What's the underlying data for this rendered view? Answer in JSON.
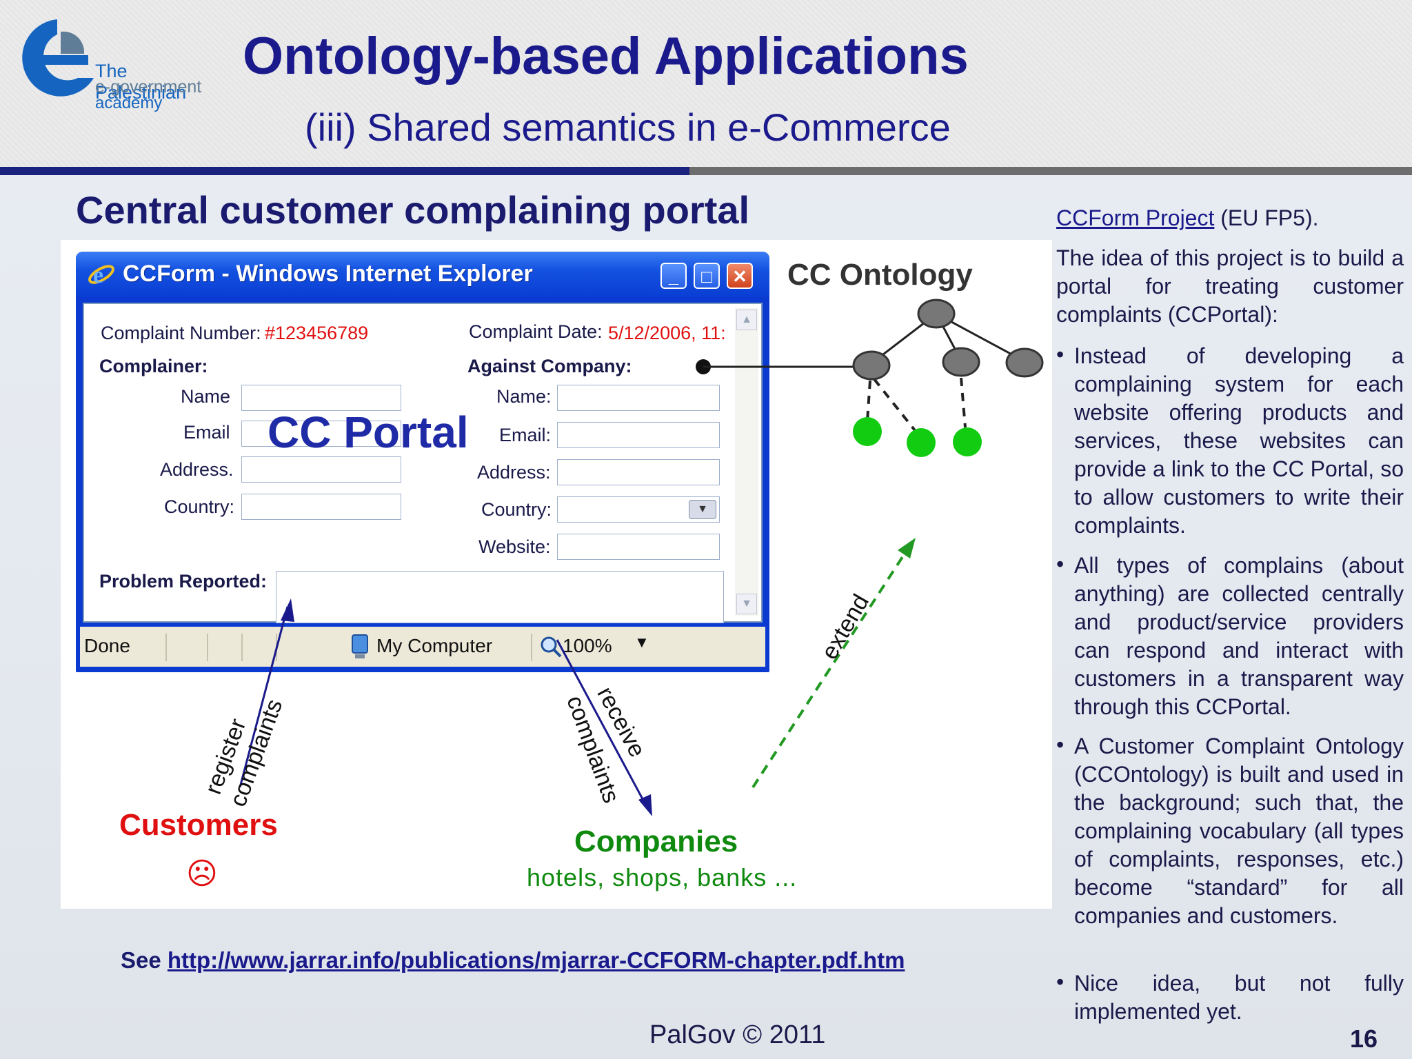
{
  "logo": {
    "line1": "The Palestinian",
    "line2": "e-government",
    "line3": "academy",
    "colors": {
      "blue": "#1565c0",
      "gray": "#5f7d96"
    }
  },
  "slide": {
    "title": "Ontology-based Applications",
    "subtitle": "(iii) Shared semantics in e-Commerce",
    "section_heading": "Central customer complaining portal"
  },
  "figure": {
    "window": {
      "title": "CCForm - Windows Internet Explorer",
      "minimize": "_",
      "maximize": "□",
      "close": "✕",
      "form": {
        "complaint_number_label": "Complaint Number:",
        "complaint_number_value": "#123456789",
        "complaint_date_label": "Complaint Date:",
        "complaint_date_value": "5/12/2006, 11:",
        "complainer_label": "Complainer:",
        "against_company_label": "Against Company:",
        "left_fields": [
          "Name",
          "Email",
          "Address.",
          "Country:"
        ],
        "right_fields": [
          "Name:",
          "Email:",
          "Address:",
          "Country:",
          "Website:"
        ],
        "problem_label": "Problem Reported:"
      },
      "status_bar": {
        "status": "Done",
        "zone": "My Computer",
        "zoom": "100%"
      }
    },
    "cc_portal_label": "CC Portal",
    "ontology_title": "CC Ontology",
    "arrows": {
      "register": "register",
      "register2": "complaints",
      "receive": "receive",
      "receive2": "complaints",
      "extend": "extend"
    },
    "customers_label": "Customers",
    "customers_icon": "☹",
    "companies_label": "Companies",
    "companies_sub": "hotels, shops, banks ..."
  },
  "see_line": {
    "prefix": "See ",
    "link": "http://www.jarrar.info/publications/mjarrar-CCFORM-chapter.pdf.htm"
  },
  "right_column": {
    "project_link": "CCForm Project",
    "project_suffix": " (EU FP5).",
    "intro": "The idea of this project is to build a portal for treating customer complaints (CCPortal):",
    "bullets": [
      "Instead of developing a complaining system for each website offering products and services, these websites can provide a link to the CC Portal, so to allow customers to write their complaints.",
      "All types of complains (about anything) are collected centrally and product/service providers can respond and interact with customers in a transparent way through this CCPortal.",
      "A Customer Complaint Ontology (CCOntology) is built and used in the background; such that, the complaining vocabulary (all types of complaints, responses, etc.) become “standard” for all companies and customers.",
      "Nice idea, but not fully implemented yet."
    ]
  },
  "footer": {
    "text": "PalGov © 2011",
    "page": "16"
  }
}
